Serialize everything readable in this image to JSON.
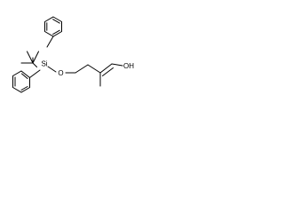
{
  "molecule": {
    "atom_labels": {
      "silicon": "Si",
      "oxygen": "O",
      "hydroxyl": "OH"
    }
  },
  "colors": {
    "background": "#ffffff",
    "bond": "#000000",
    "text": "#000000"
  }
}
